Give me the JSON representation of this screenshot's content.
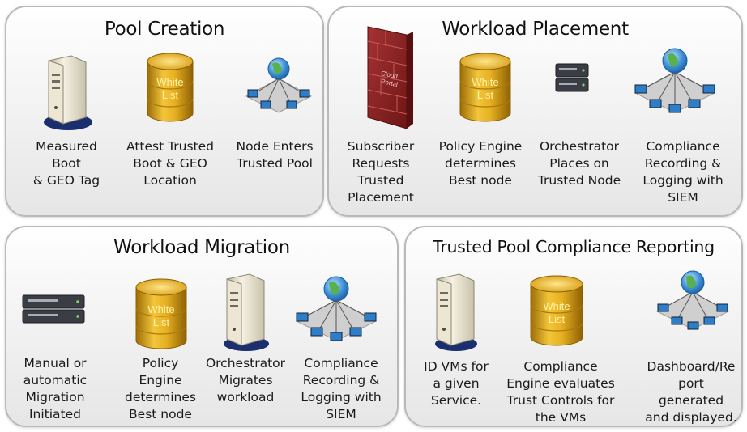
{
  "panels": {
    "pool_creation": {
      "title": "Pool Creation",
      "steps": [
        {
          "icon": "tower-server-icon",
          "label": "Measured\nBoot\n& GEO Tag"
        },
        {
          "icon": "database-icon",
          "icon_text": "White\nList",
          "label": "Attest Trusted\nBoot & GEO\nLocation"
        },
        {
          "icon": "network-globe-icon",
          "label": "Node Enters\nTrusted Pool"
        }
      ]
    },
    "workload_placement": {
      "title": "Workload Placement",
      "steps": [
        {
          "icon": "firewall-icon",
          "icon_text": "Cloud\nPortal",
          "label": "Subscriber\nRequests\nTrusted\nPlacement"
        },
        {
          "icon": "database-icon",
          "icon_text": "White\nList",
          "label": "Policy Engine\ndetermines\nBest node"
        },
        {
          "icon": "rack-server-icon",
          "label": "Orchestrator\nPlaces on\nTrusted Node"
        },
        {
          "icon": "network-globe-icon",
          "label": "Compliance\nRecording &\nLogging with\nSIEM"
        }
      ]
    },
    "workload_migration": {
      "title": "Workload Migration",
      "steps": [
        {
          "icon": "rack-server-icon",
          "label": "Manual or\nautomatic\nMigration\nInitiated"
        },
        {
          "icon": "database-icon",
          "icon_text": "White\nList",
          "label": "Policy\nEngine\ndetermines\nBest node"
        },
        {
          "icon": "tower-server-icon",
          "label": "Orchestrator\nMigrates\nworkload"
        },
        {
          "icon": "network-globe-icon",
          "label": "Compliance\nRecording &\nLogging with\nSIEM"
        }
      ]
    },
    "compliance_reporting": {
      "title": "Trusted Pool Compliance Reporting",
      "steps": [
        {
          "icon": "tower-server-icon",
          "label": "ID VMs for\na given\nService."
        },
        {
          "icon": "database-icon",
          "icon_text": "White\nList",
          "label": "Compliance\nEngine evaluates\nTrust Controls for\nthe VMs"
        },
        {
          "icon": "network-globe-icon",
          "label": "Dashboard/Re\nport\ngenerated\nand displayed."
        }
      ]
    }
  },
  "colors": {
    "panel_border": "#b9b9b9",
    "database_gold": "#e0a91c",
    "database_text": "#fff3a8",
    "firewall_brick": "#8f1f1f",
    "globe_blue": "#2f86d2",
    "server_shade": "#d9d3bf",
    "server_base": "#1b2f6e"
  }
}
